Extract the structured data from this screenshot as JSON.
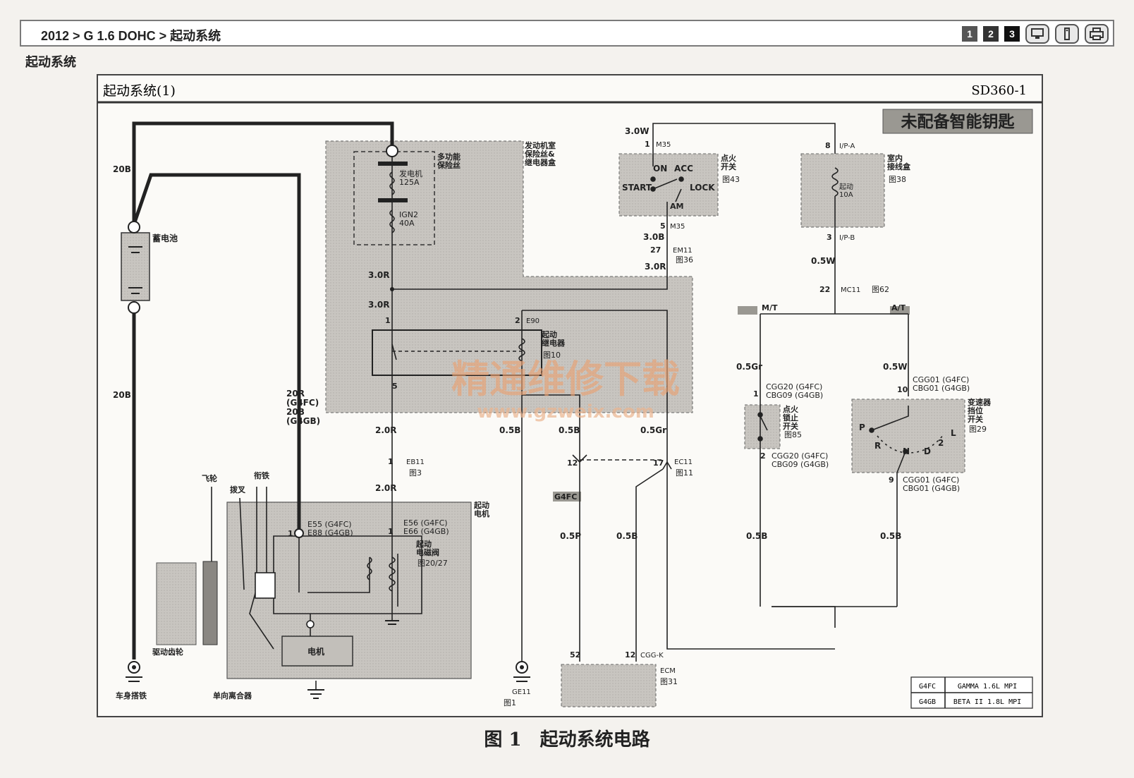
{
  "header": {
    "breadcrumb": "2012 > G 1.6 DOHC > 起动系统",
    "pages": [
      "1",
      "2",
      "3"
    ],
    "tool_icons": [
      "monitor-icon",
      "info-icon",
      "printer-icon"
    ]
  },
  "section_title": "起动系统",
  "diagram": {
    "title": "起动系统(1)",
    "code": "SD360-1",
    "tag": "未配备智能钥匙",
    "watermark": "精通维修下载",
    "watermark_url": "www.gzweix.com",
    "caption": "图 1　起动系统电路",
    "labels": {
      "wire_20b_top": "20B",
      "wire_20b_mid": "20B",
      "battery": "蓄电池",
      "body_ground": "车身搭铁",
      "flywheel": "飞轮",
      "armature": "衔铁",
      "fork": "拨叉",
      "drive_gear": "驱动齿轮",
      "one_way_clutch": "单向离合器",
      "motor": "电机",
      "starter_motor": "起动\n电机",
      "wire_20r_block": "20R\n(G4FC)\n20B\n(G4GB)",
      "e55": "E55 (G4FC)\nE88 (G4GB)",
      "e56": "E56 (G4FC)\nE66 (G4GB)",
      "starter_solenoid": "起动\n电磁阀",
      "fig_20_27": "图20/27",
      "pin1_e55": "1",
      "pin1_e56": "1",
      "engine_box": "发动机室\n保险丝&\n继电器盒",
      "multi_fuse": "多功能\n保险丝",
      "alt_fuse": "发电机\n125A",
      "ign2_fuse": "IGN2\n40A",
      "w30r_a": "3.0R",
      "w30r_b": "3.0R",
      "relay_pin1": "1",
      "relay_pin2": "2",
      "e90": "E90",
      "starter_relay": "起动\n继电器",
      "fig10": "图10",
      "relay_pin5": "5",
      "w20r_a": "2.0R",
      "w20r_b": "2.0R",
      "eb11_pin": "1",
      "eb11": "EB11",
      "fig3": "图3",
      "w05b_a": "0.5B",
      "w05b_b": "0.5B",
      "w05gr_a": "0.5Gr",
      "pin12": "12",
      "pin17": "17",
      "ec11": "EC11",
      "fig11": "图11",
      "g4fc_tag": "G4FC",
      "w05p": "0.5P",
      "w05b_c": "0.5B",
      "ge11": "GE11",
      "fig1": "图1",
      "ecm_pin52": "52",
      "ecm_pin12": "12",
      "cgg_k": "CGG-K",
      "ecm": "ECM",
      "fig31": "图31",
      "w30w": "3.0W",
      "m35_pin1": "1",
      "m35_a": "M35",
      "ign_on": "ON",
      "ign_acc": "ACC",
      "ign_start": "START",
      "ign_lock": "LOCK",
      "ign_am": "AM",
      "ign_switch": "点火\n开关",
      "fig43": "图43",
      "m35_pin5": "5",
      "m35_b": "M35",
      "w30b": "3.0B",
      "em11_pin": "27",
      "em11": "EM11",
      "fig36": "图36",
      "w30r_c": "3.0R",
      "ip_a_pin": "8",
      "ip_a": "I/P-A",
      "junction_box": "室内\n接线盒",
      "fig38": "图38",
      "start_fuse": "起动\n10A",
      "ip_b_pin": "3",
      "ip_b": "I/P-B",
      "w05w_a": "0.5W",
      "mc11_pin": "22",
      "mc11": "MC11",
      "fig62": "图62",
      "mt": "M/T",
      "at": "A/T",
      "w05gr_b": "0.5Gr",
      "cgg20_top": "CGG20  (G4FC)\nCBG09  (G4GB)",
      "cgg20_pin1": "1",
      "ign_lock_switch": "点火\n锁止\n开关",
      "fig85": "图85",
      "cgg20_pin2": "2",
      "cgg20_bot": "CGG20  (G4FC)\nCBG09  (G4GB)",
      "w05b_d": "0.5B",
      "w05w_b": "0.5W",
      "cgg01_top": "CGG01  (G4FC)\nCBG01  (G4GB)",
      "cgg01_pin10": "10",
      "trans_switch": "变速器\n挡位\n开关",
      "fig29": "图29",
      "gear_p": "P",
      "gear_r": "R",
      "gear_n": "N",
      "gear_d": "D",
      "gear_2": "2",
      "gear_l": "L",
      "cgg01_pin9": "9",
      "cgg01_bot": "CGG01  (G4FC)\nCBG01  (G4GB)",
      "w05b_e": "0.5B",
      "legend_g4fc": "G4FC",
      "legend_g4fc_desc": "GAMMA 1.6L MPI",
      "legend_g4gb": "G4GB",
      "legend_g4gb_desc": "BETA II 1.8L MPI"
    }
  }
}
